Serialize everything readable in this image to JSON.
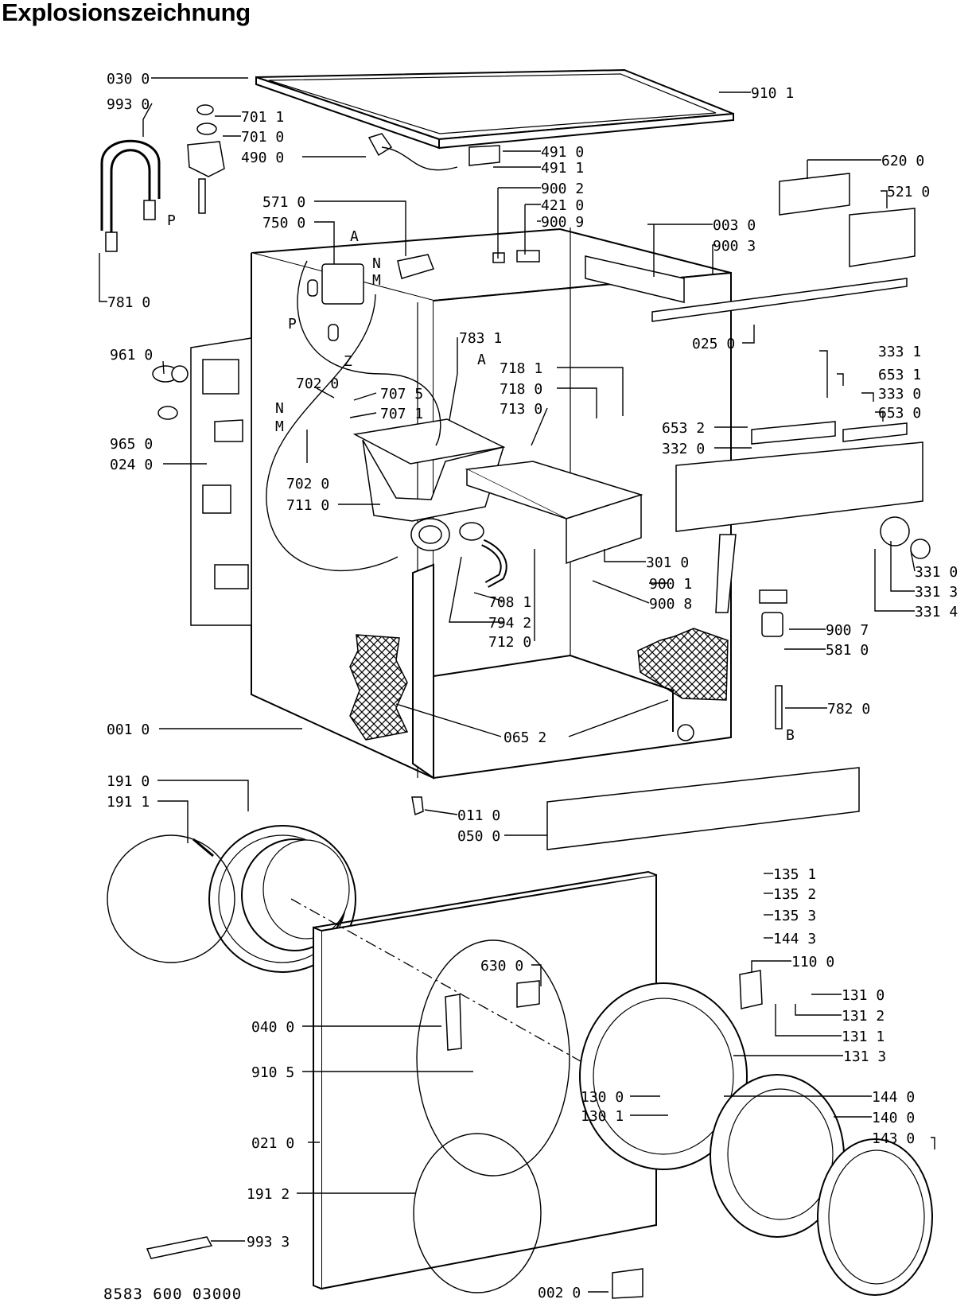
{
  "title": "Explosionszeichnung",
  "footer": "8583 600 03000",
  "labels": [
    "030 0",
    "993 0",
    "701 1",
    "701 0",
    "490 0",
    "491 0",
    "491 1",
    "900 2",
    "421 0",
    "900 9",
    "910 1",
    "620 0",
    "521 0",
    "003 0",
    "900 3",
    "025 0",
    "571 0",
    "750 0",
    "781 0",
    "961 0",
    "965 0",
    "024 0",
    "702 0",
    "707 5",
    "707 1",
    "702 0",
    "711 0",
    "783 1",
    "718 1",
    "718 0",
    "713 0",
    "333 1",
    "653 1",
    "333 0",
    "653 0",
    "653 2",
    "332 0",
    "301 0",
    "900 1",
    "900 8",
    "708 1",
    "794 2",
    "712 0",
    "331 0",
    "331 3",
    "331 4",
    "900 7",
    "581 0",
    "782 0",
    "065 2",
    "001 0",
    "191 0",
    "191 1",
    "011 0",
    "050 0",
    "135 1",
    "135 2",
    "135 3",
    "144 3",
    "110 0",
    "131 0",
    "131 2",
    "131 1",
    "131 3",
    "630 0",
    "040 0",
    "910 5",
    "130 0",
    "130 1",
    "144 0",
    "140 0",
    "143 0",
    "021 0",
    "191 2",
    "993 3",
    "002 0"
  ],
  "markers": [
    "P",
    "A",
    "N",
    "M",
    "P",
    "Z",
    "N",
    "M",
    "A",
    "B"
  ]
}
